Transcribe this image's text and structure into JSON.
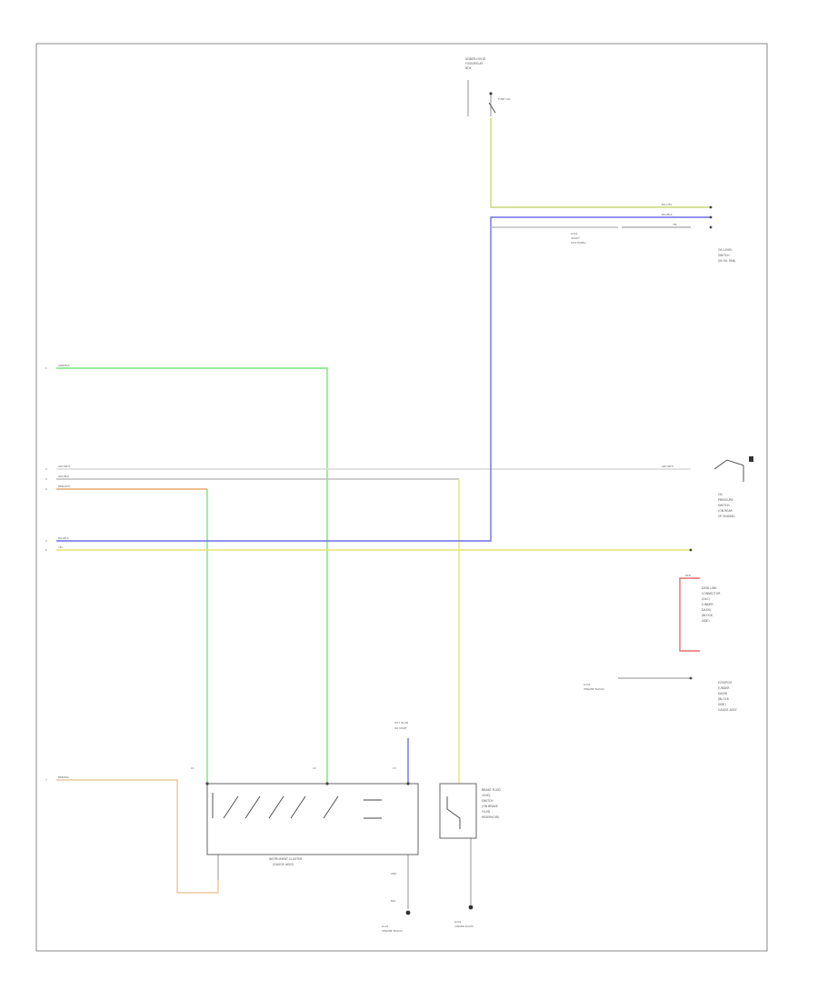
{
  "diagram": {
    "title": "",
    "colors": {
      "green": "#74e874",
      "blue": "#6f6fe8",
      "yellow": "#e6e66a",
      "orange": "#e8a86a",
      "tan": "#e8c8a0",
      "gray": "#bdbdbd",
      "lightgray": "#d8d8d8",
      "red": "#e86f6f",
      "olive": "#c8d87a"
    },
    "left_connectors": [
      {
        "num": "1",
        "wire": "GRN/BLK"
      },
      {
        "num": "2",
        "wire": "GRY/WHT"
      },
      {
        "num": "3",
        "wire": "GRY/BLU"
      },
      {
        "num": "4",
        "wire": "BRN/WHT"
      },
      {
        "num": "5",
        "wire": "BLU/BLK"
      },
      {
        "num": "6",
        "wire": "YEL"
      },
      {
        "num": "7",
        "wire": "BRN/BLK"
      }
    ],
    "top_source": {
      "lines": [
        "UNDER-HOOD",
        "FUSE/RELAY",
        "BOX"
      ],
      "fuse": "FUSE 10A"
    },
    "top_right": {
      "wires": [
        "BLU/YEL",
        "BLU/BLK",
        "YEL"
      ],
      "ground_lines": [
        "G401",
        "(RIGHT",
        "KICK PANEL)"
      ],
      "component_lines": [
        "OIL LEVEL",
        "SWITCH",
        "(IN OIL PAN)"
      ]
    },
    "right_switch": {
      "wire": "GRY/WHT",
      "lines": [
        "OIL",
        "PRESSURE",
        "SWITCH",
        "(ON REAR",
        "OF ENGINE)"
      ]
    },
    "right_middle": {
      "red_wire": "RED",
      "lines": [
        "DATA LINK",
        "CONNECTOR",
        "(DLC)",
        "(UNDER",
        "DASH)",
        "(BLOCK",
        "SIDE)"
      ]
    },
    "right_bottom": {
      "left_lines": [
        "G101",
        "(ENGINE BLOCK)"
      ],
      "right_lines": [
        "ECM/PCM",
        "(UNDER",
        "DASH)",
        "(BLOCK",
        "SIDE)",
        "GAUGE ASSY"
      ]
    },
    "cluster": {
      "label_lines": [
        "INSTRUMENT CLUSTER",
        "(GAUGE ASSY)"
      ],
      "pin_labels": [
        "C1",
        "C2",
        "C3"
      ]
    },
    "top_power": {
      "lines": [
        "HOT IN ON",
        "OR START"
      ]
    },
    "relay": {
      "lines": [
        "BRAKE FLUID",
        "LEVEL",
        "SWITCH",
        "(ON BRAKE",
        "FLUID",
        "RESERVOIR)"
      ]
    },
    "ground_left": {
      "lines": [
        "G101",
        "(ENGINE BLOCK)"
      ]
    },
    "ground_right": {
      "lines": [
        "G201",
        "(UNDER DASH)"
      ]
    },
    "small_labels": {
      "gnd": "GND",
      "blk": "BLK"
    }
  }
}
